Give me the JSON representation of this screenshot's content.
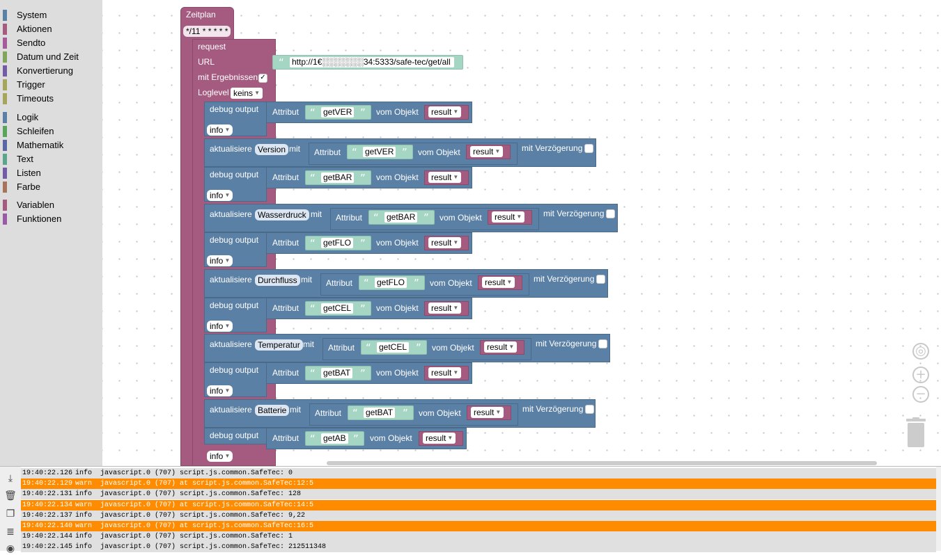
{
  "toolbox": {
    "items": [
      {
        "label": "System",
        "color": "#5b80a5"
      },
      {
        "label": "Aktionen",
        "color": "#a55b80"
      },
      {
        "label": "Sendto",
        "color": "#a55b99"
      },
      {
        "label": "Datum und Zeit",
        "color": "#80a55b"
      },
      {
        "label": "Konvertierung",
        "color": "#745ba5"
      },
      {
        "label": "Trigger",
        "color": "#a5a55b"
      },
      {
        "label": "Timeouts",
        "color": "#a5a55b"
      },
      {
        "label": "Logik",
        "color": "#5b80a5"
      },
      {
        "label": "Schleifen",
        "color": "#5ba55b"
      },
      {
        "label": "Mathematik",
        "color": "#5b67a5"
      },
      {
        "label": "Text",
        "color": "#5ba58c"
      },
      {
        "label": "Listen",
        "color": "#745ba5"
      },
      {
        "label": "Farbe",
        "color": "#a5745b"
      },
      {
        "label": "Variablen",
        "color": "#a55b80"
      },
      {
        "label": "Funktionen",
        "color": "#995ba5"
      }
    ]
  },
  "blocks": {
    "schedule": {
      "label": "Zeitplan",
      "cron": "*/11 * * * * *"
    },
    "request": {
      "label": "request",
      "url_label": "URL",
      "url": "http://1€░░░░░░░34:5333/safe-tec/get/all",
      "results_label": "mit Ergebnissen",
      "loglevel_label": "Loglevel",
      "loglevel_value": "keins"
    },
    "common": {
      "debug_label": "debug output",
      "attr_label": "Attribut",
      "from_object": "vom Objekt",
      "result": "result",
      "info": "info",
      "update_label": "aktualisiere",
      "with_label": "mit",
      "delay_label": "mit Verzögerung"
    },
    "rows": [
      {
        "attr": "getVER",
        "var": "Version"
      },
      {
        "attr": "getBAR",
        "var": "Wasserdruck"
      },
      {
        "attr": "getFLO",
        "var": "Durchfluss"
      },
      {
        "attr": "getCEL",
        "var": "Temperatur"
      },
      {
        "attr": "getBAT",
        "var": "Batterie"
      },
      {
        "attr": "getAB",
        "var": ""
      }
    ]
  },
  "log": {
    "rows": [
      {
        "time": "19:40:22.126",
        "level": "info",
        "msg": "javascript.0 (707) script.js.common.SafeTec: 0"
      },
      {
        "time": "19:40:22.129",
        "level": "warn",
        "msg": "javascript.0 (707) at script.js.common.SafeTec:12:5"
      },
      {
        "time": "19:40:22.131",
        "level": "info",
        "msg": "javascript.0 (707) script.js.common.SafeTec: 128"
      },
      {
        "time": "19:40:22.134",
        "level": "warn",
        "msg": "javascript.0 (707) at script.js.common.SafeTec:14:5"
      },
      {
        "time": "19:40:22.137",
        "level": "info",
        "msg": "javascript.0 (707) script.js.common.SafeTec: 9,22"
      },
      {
        "time": "19:40:22.140",
        "level": "warn",
        "msg": "javascript.0 (707) at script.js.common.SafeTec:16:5"
      },
      {
        "time": "19:40:22.144",
        "level": "info",
        "msg": "javascript.0 (707) script.js.common.SafeTec: 1"
      },
      {
        "time": "19:40:22.145",
        "level": "info",
        "msg": "javascript.0 (707) script.js.common.SafeTec: 212511348"
      }
    ],
    "tools": [
      "scroll-down-icon",
      "clear-icon",
      "copy-icon",
      "filter-icon",
      "hide-icon"
    ]
  },
  "colors": {
    "warn": "#ff8c00",
    "info_row": "#e0e0e0",
    "pink_block": "#a55b80",
    "blue_block": "#5b80a5",
    "string_block": "#a5d6c4"
  }
}
